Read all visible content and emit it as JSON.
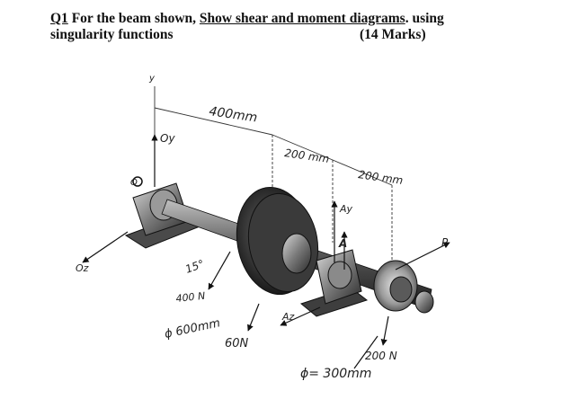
{
  "question": {
    "number": "Q1",
    "intro": " For the beam shown, ",
    "task": "Show shear and moment diagrams",
    "tail": ". using",
    "line2": "singularity functions",
    "marks": "(14 Marks)"
  },
  "figure": {
    "labels": {
      "y_axis": "y",
      "dim_400": "400mm",
      "dim_200_left": "200 mm",
      "dim_200_right": "200 mm",
      "oy": "Oy",
      "oz": "Oz",
      "point_o": "O",
      "ay": "Ay",
      "a": "A",
      "p": "P",
      "az": "Az",
      "angle_15": "15°",
      "force_400": "400 N",
      "dia_600": "ϕ 600mm",
      "force_60": "60N",
      "force_200": "200 N",
      "dia_300": "ϕ= 300mm"
    }
  }
}
